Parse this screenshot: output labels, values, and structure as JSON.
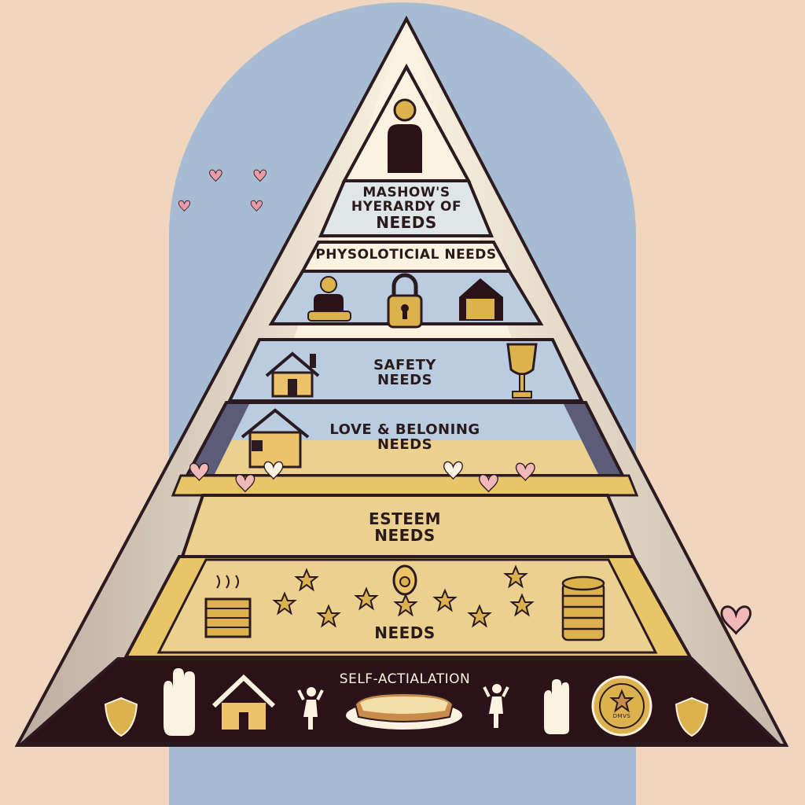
{
  "diagram": {
    "title": {
      "line1": "MASHOW'S",
      "line2": "HYERARDY OF",
      "line3": "NEEDS"
    },
    "tiers": [
      {
        "id": "top",
        "icons": [
          "person-icon"
        ]
      },
      {
        "id": "physiological",
        "label": "PHYSOLOTICIAL NEEDS"
      },
      {
        "id": "icon-row",
        "icons": [
          "person-icon",
          "heart-icon",
          "padlock-icon",
          "heart-icon",
          "house-icon"
        ]
      },
      {
        "id": "safety",
        "label_line1": "SAFETY",
        "label_line2": "NEEDS",
        "icons": [
          "house-icon",
          "heart-icon",
          "heart-icon",
          "trophy-icon"
        ]
      },
      {
        "id": "love",
        "label_line1": "LOVE & BELONING",
        "label_line2": "NEEDS",
        "icons": [
          "house-icon",
          "heart-icon"
        ]
      },
      {
        "id": "esteem",
        "label_line1": "ESTEEM",
        "label_line2": "NEEDS",
        "icons": [
          "heart-icon",
          "heart-icon",
          "heart-icon",
          "heart-icon",
          "heart-icon",
          "heart-icon"
        ]
      },
      {
        "id": "base-stars",
        "label": "NEEDS",
        "icons": [
          "book-stack-icon",
          "star-icon",
          "medal-icon",
          "coin-stack-icon"
        ]
      },
      {
        "id": "self-actualization",
        "label": "SELF-ACTIALATION",
        "icons": [
          "shield-icon",
          "hand-icon",
          "house-icon",
          "person-icon",
          "bread-icon",
          "person-icon",
          "hand-icon",
          "star-coin-icon",
          "shield-icon"
        ]
      }
    ],
    "coin_text": "DMVS",
    "colors": {
      "background": "#f1d6bf",
      "arch": "#a7bcd2",
      "pyramid_outline": "#2b1a20",
      "pyramid_frame": "#fbf2df",
      "sand": "#ecd08f",
      "gold": "#dcb24e",
      "heart": "#e89aa6",
      "base": "#2b1118"
    }
  }
}
